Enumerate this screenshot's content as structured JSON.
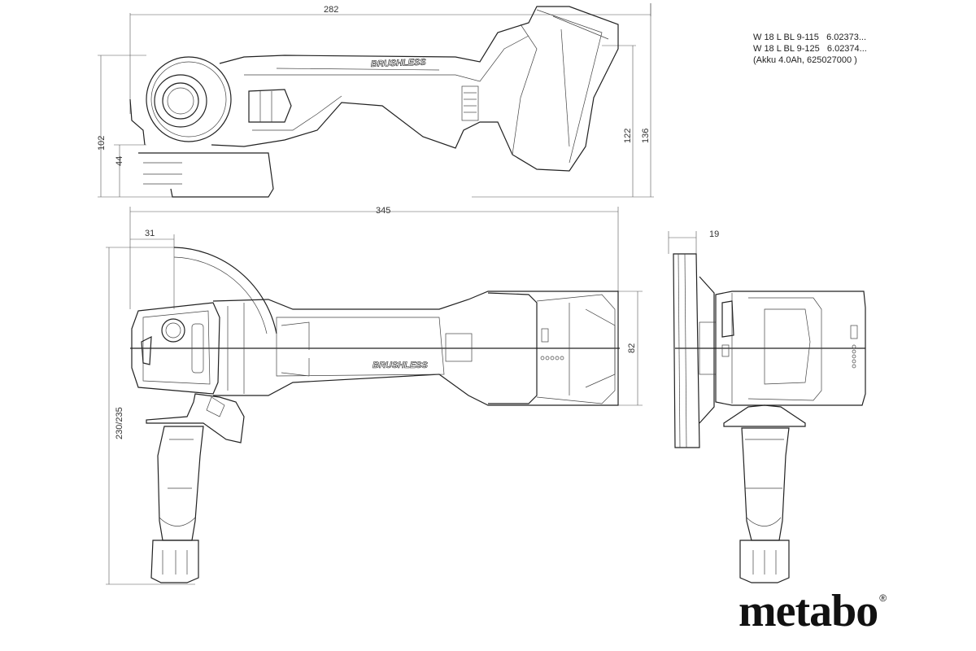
{
  "legend": {
    "line1": "W 18 L BL 9-115   6.02373...",
    "line2": "W 18 L BL 9-125   6.02374...",
    "line3": "(Akku 4.0Ah, 625027000 )"
  },
  "dimensions": {
    "top_length": "282",
    "height_102": "102",
    "height_44": "44",
    "height_122": "122",
    "height_136": "136",
    "total_length": "345",
    "front_31": "31",
    "width_82": "82",
    "handle_230": "230/235",
    "side_19": "19"
  },
  "labels": {
    "brand_side": "BRUSHLESS",
    "brand_top": "BRUSHLESS"
  },
  "logo": {
    "text": "metabo",
    "mark": "®"
  }
}
